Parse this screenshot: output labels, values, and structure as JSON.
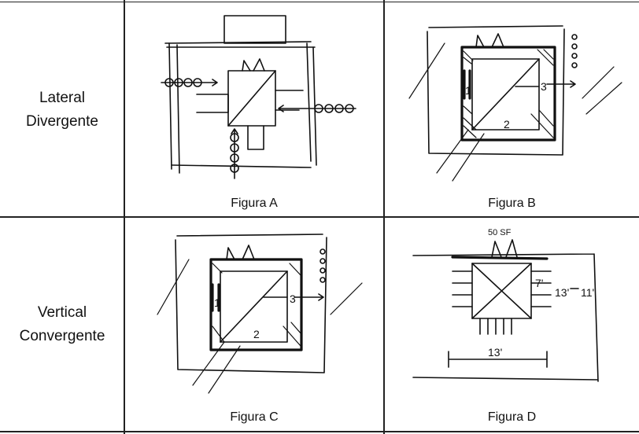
{
  "rows": [
    {
      "label_line1": "Lateral",
      "label_line2": "Divergente"
    },
    {
      "label_line1": "Vertical",
      "label_line2": "Convergente"
    }
  ],
  "figures": {
    "a": {
      "caption": "Figura A"
    },
    "b": {
      "caption": "Figura B",
      "zone_labels": [
        "1",
        "2",
        "3"
      ]
    },
    "c": {
      "caption": "Figura C",
      "zone_labels": [
        "1",
        "2",
        "3"
      ]
    },
    "d": {
      "caption": "Figura D",
      "top_note": "50 SF",
      "dim_side": "7'",
      "dim_depth": "13'",
      "dim_height": "11'",
      "dim_width": "13'"
    }
  }
}
